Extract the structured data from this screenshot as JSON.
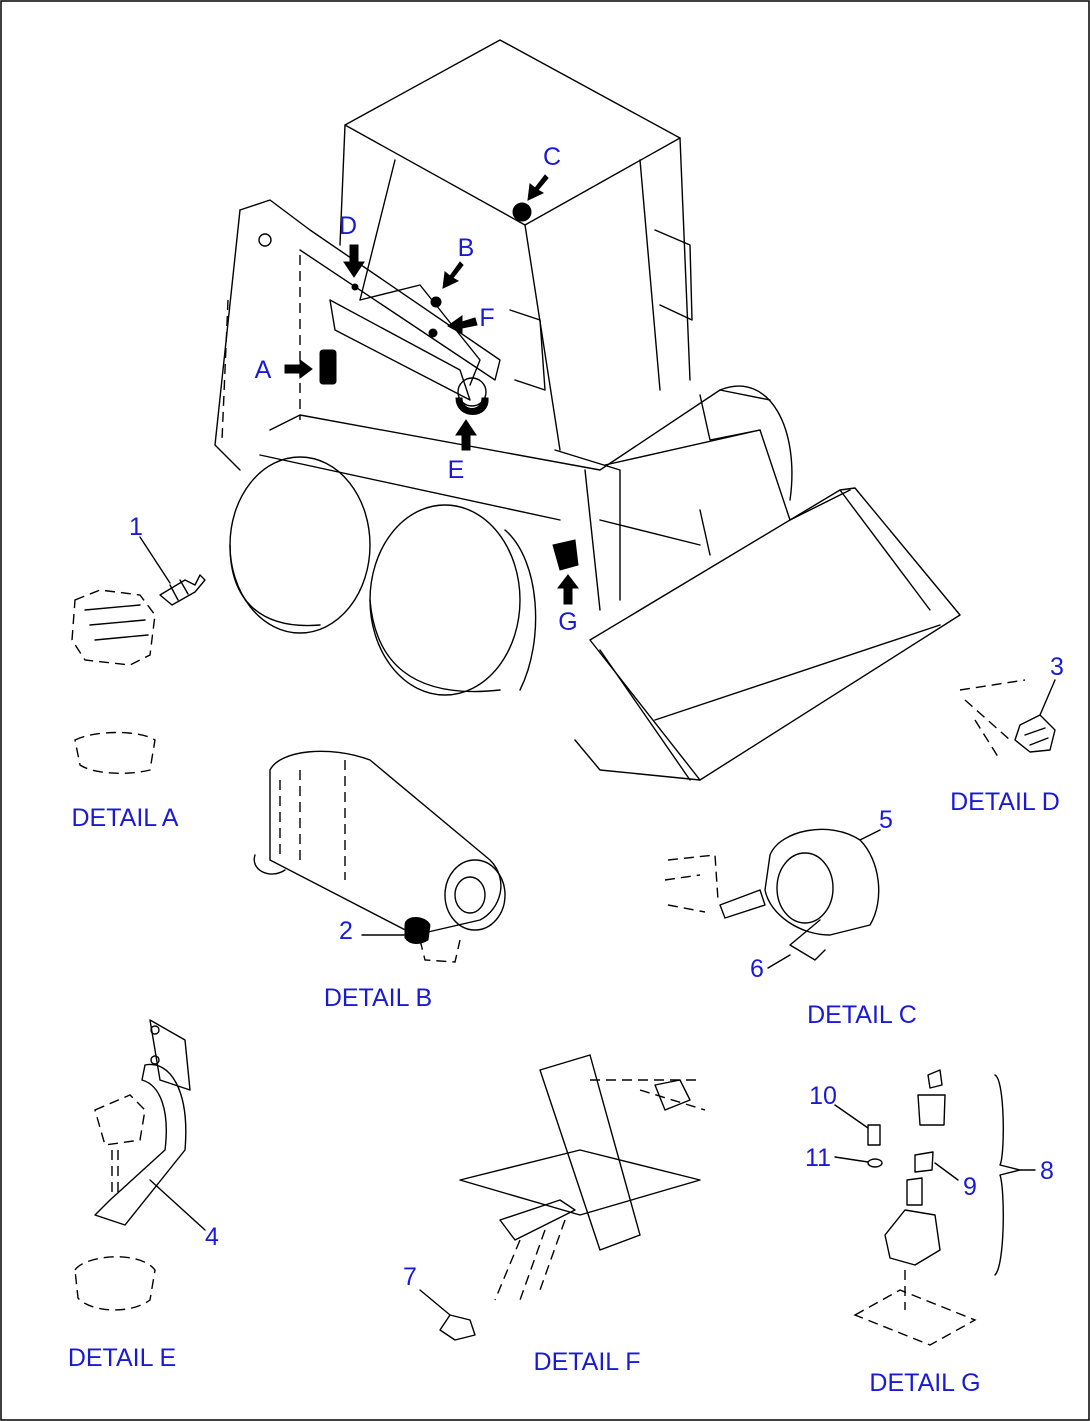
{
  "callouts": {
    "A": "A",
    "B": "B",
    "C": "C",
    "D": "D",
    "E": "E",
    "F": "F",
    "G": "G"
  },
  "parts": {
    "p1": "1",
    "p2": "2",
    "p3": "3",
    "p4": "4",
    "p5": "5",
    "p6": "6",
    "p7": "7",
    "p8": "8",
    "p9": "9",
    "p10": "10",
    "p11": "11"
  },
  "details": {
    "a": "DETAIL A",
    "b": "DETAIL B",
    "c": "DETAIL C",
    "d": "DETAIL D",
    "e": "DETAIL E",
    "f": "DETAIL F",
    "g": "DETAIL G"
  },
  "colors": {
    "label": "#1a1ad6",
    "line": "#000000",
    "background": "#ffffff"
  }
}
